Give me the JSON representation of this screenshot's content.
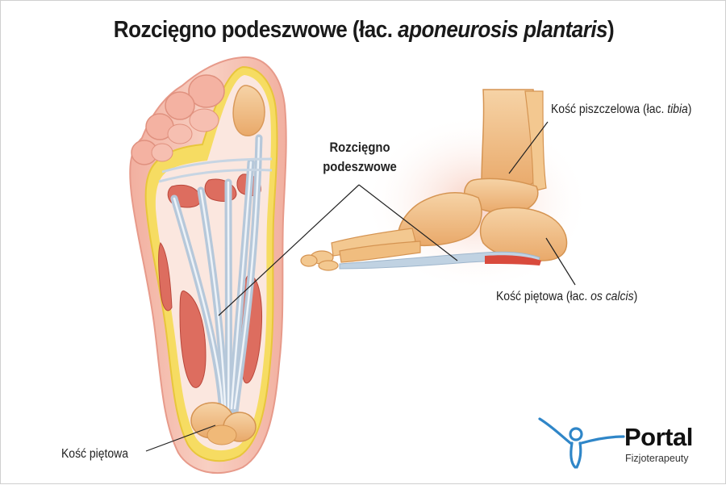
{
  "title": {
    "main": "Rozcięgno podeszwowe (łac. ",
    "italic": "aponeurosis plantaris",
    "end": ")"
  },
  "labels": {
    "center_line1": "Rozcięgno",
    "center_line2": "podeszwowe",
    "tibia_prefix": "Kość piszczelowa (łac. ",
    "tibia_italic": "tibia",
    "tibia_suffix": ")",
    "calcis_prefix": "Kość piętowa (łac. ",
    "calcis_italic": "os calcis",
    "calcis_suffix": ")",
    "heel_bottom": "Kość piętowa"
  },
  "logo": {
    "main": "Portal",
    "sub": "Fizjoterapeuty"
  },
  "colors": {
    "skin": "#f4b7a8",
    "bone": "#f1c18a",
    "tendon": "#b9ccdc",
    "muscle": "#dc6b5e",
    "fat": "#f3d54a",
    "logo_blue": "#2f86c8"
  }
}
